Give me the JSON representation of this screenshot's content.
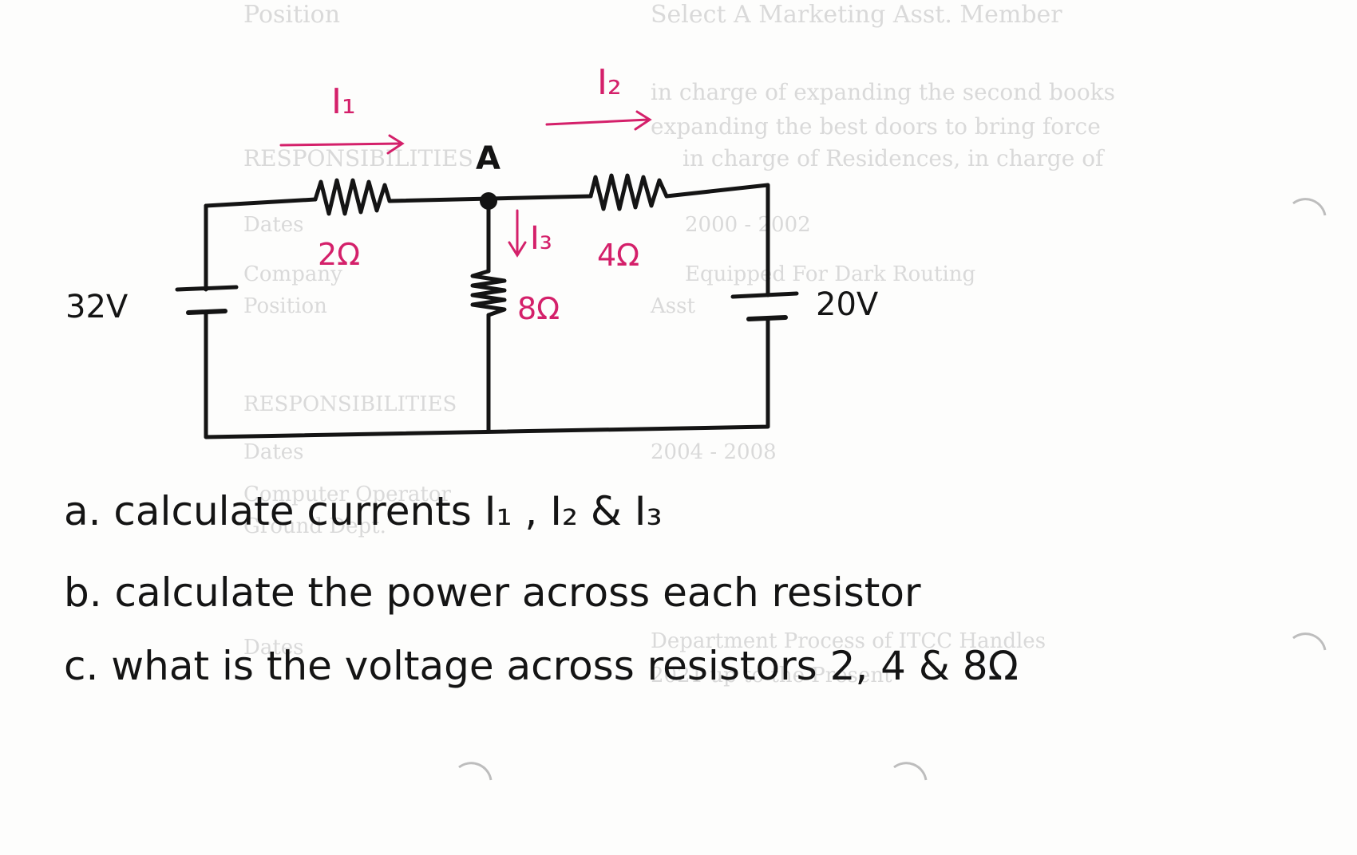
{
  "diagram": {
    "labels": {
      "node_a": "A",
      "current_1": "I₁",
      "current_2": "I₂",
      "current_3": "I₃",
      "resistor_1": "2Ω",
      "resistor_2": "4Ω",
      "resistor_3": "8Ω",
      "source_left": "32V",
      "source_right": "20V"
    }
  },
  "questions": [
    "a. calculate currents I₁ , I₂ & I₃",
    "b. calculate the power across each resistor",
    "c. what is the voltage across resistors 2, 4 & 8Ω"
  ],
  "bleed_through": [
    "Position",
    "Select A Marketing Asst. Member",
    "in charge of expanding the second books",
    "expanding the best doors to bring force",
    "in charge of Residences, in charge of",
    "RESPONSIBILITIES",
    "Dates",
    "2000 - 2002",
    "Company",
    "Equipped For Dark Routing",
    "Position",
    "Asst",
    "RESPONSIBILITIES",
    "Dates",
    "2004 - 2008",
    "Computer Operator",
    "Ground Dept.",
    "Dates",
    "2021 up to the Present",
    "Department Process of ITCC Handles"
  ]
}
